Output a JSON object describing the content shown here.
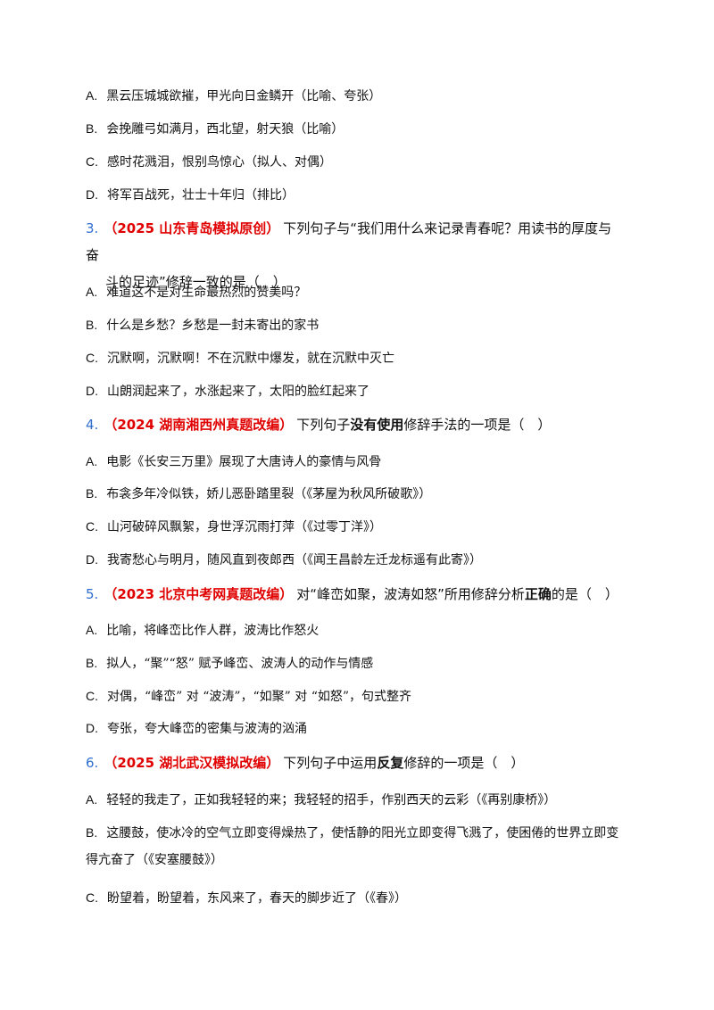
{
  "block1": {
    "options": [
      {
        "letter": "A.",
        "text": "黑云压城城欲摧，甲光向日金鳞开（比喻、夸张）"
      },
      {
        "letter": "B.",
        "text": "会挽雕弓如满月，西北望，射天狼（比喻）"
      },
      {
        "letter": "C.",
        "text": "感时花溅泪，恨别鸟惊心（拟人、对偶）"
      },
      {
        "letter": "D.",
        "text": "将军百战死，壮士十年归（排比）"
      }
    ]
  },
  "q3": {
    "num": "3.",
    "source": "（2025 山东青岛模拟原创）",
    "stem1": "下列句子与“我们用什么来记录青春呢？用读书的厚度与奋",
    "stem2": "斗的足迹”修辞一致的是（　）",
    "options": [
      {
        "letter": "A.",
        "text": "难道这不是对生命最热烈的赞美吗？"
      },
      {
        "letter": "B.",
        "text": "什么是乡愁？乡愁是一封未寄出的家书"
      },
      {
        "letter": "C.",
        "text": "沉默啊，沉默啊！不在沉默中爆发，就在沉默中灭亡"
      },
      {
        "letter": "D.",
        "text": "山朗润起来了，水涨起来了，太阳的脸红起来了"
      }
    ]
  },
  "q4": {
    "num": "4.",
    "source": "（2024 湖南湘西州真题改编）",
    "pre": "下列句子",
    "emph": "没有使用",
    "post": "修辞手法的一项是（　）",
    "options": [
      {
        "letter": "A.",
        "text": "电影《长安三万里》展现了大唐诗人的豪情与风骨"
      },
      {
        "letter": "B.",
        "text": "布衾多年冷似铁，娇儿恶卧踏里裂（《茅屋为秋风所破歌》）"
      },
      {
        "letter": "C.",
        "text": "山河破碎风飘絮，身世浮沉雨打萍（《过零丁洋》）"
      },
      {
        "letter": "D.",
        "text": "我寄愁心与明月，随风直到夜郎西（《闻王昌龄左迁龙标遥有此寄》）"
      }
    ]
  },
  "q5": {
    "num": "5.",
    "source": "（2023 北京中考网真题改编）",
    "pre": "对“峰峦如聚，波涛如怒”所用修辞分析",
    "emph": "正确",
    "post": "的是（　）",
    "options": [
      {
        "letter": "A.",
        "text": "比喻，将峰峦比作人群，波涛比作怒火"
      },
      {
        "letter": "B.",
        "text": "拟人，“聚”“怒” 赋予峰峦、波涛人的动作与情感"
      },
      {
        "letter": "C.",
        "text": "对偶，“峰峦” 对 “波涛”，“如聚” 对 “如怒”，句式整齐"
      },
      {
        "letter": "D.",
        "text": "夸张，夸大峰峦的密集与波涛的汹涌"
      }
    ]
  },
  "q6": {
    "num": "6.",
    "source": "（2025 湖北武汉模拟改编）",
    "pre": "下列句子中运用",
    "emph": "反复",
    "post": "修辞的一项是（　）",
    "options": [
      {
        "letter": "A.",
        "text": "轻轻的我走了，正如我轻轻的来；我轻轻的招手，作别西天的云彩（《再别康桥》）"
      },
      {
        "letter": "B.",
        "text": "这腰鼓，使冰冷的空气立即变得燥热了，使恬静的阳光立即变得飞溅了，使困倦的世界立即变得亢奋了（《安塞腰鼓》）"
      },
      {
        "letter": "C.",
        "text": "盼望着，盼望着，东风来了，春天的脚步近了（《春》）"
      }
    ]
  }
}
